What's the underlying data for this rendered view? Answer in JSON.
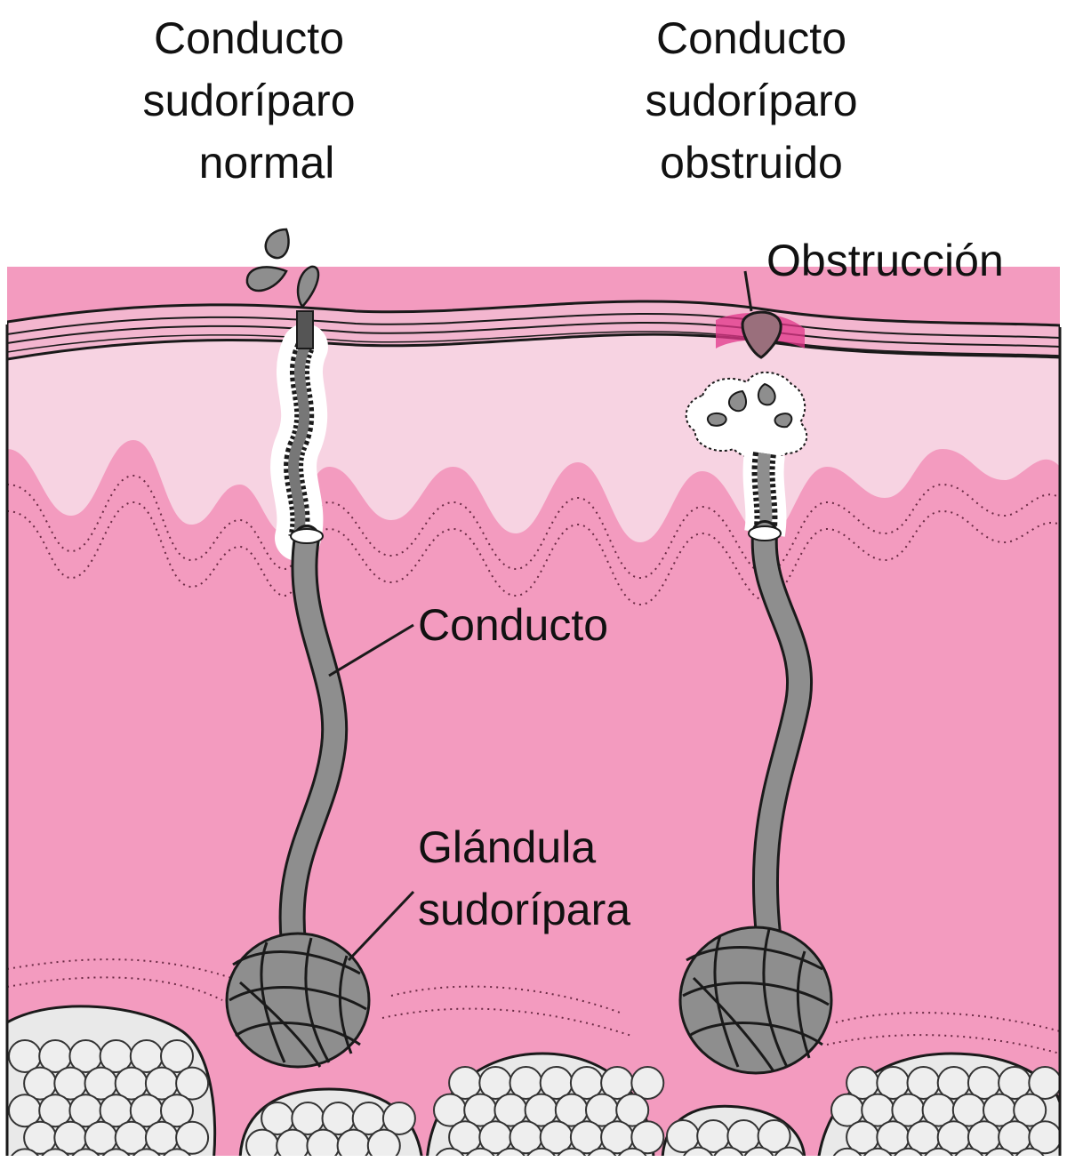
{
  "labels": {
    "normal_line1": "Conducto",
    "normal_line2": "sudorípar​o",
    "normal_line3": "normal",
    "obstructed_line1": "Conducto",
    "obstructed_line2": "sudorípar​o",
    "obstructed_line3": "obstruido",
    "obstruction": "Obstrucción",
    "duct": "Conducto",
    "gland_line1": "Glándula",
    "gland_line2": "sudorípara"
  },
  "colors": {
    "epidermis_top": "#f3b6cf",
    "epidermis": "#f7d3e2",
    "dermis": "#f39bbf",
    "duct_gray": "#8e8e8e",
    "outline": "#1a1a1a",
    "fat_cell": "#e9e9e9",
    "obstruction_highlight": "#e2358a",
    "plug": "#9a6f7c"
  },
  "icons": [
    "sweat-droplet-icon",
    "sweat-gland-coil-icon",
    "fat-cell-cluster-icon"
  ]
}
